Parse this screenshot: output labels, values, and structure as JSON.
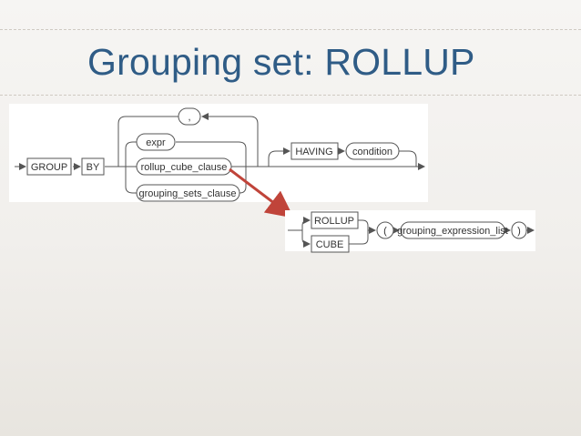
{
  "slide": {
    "title": "Grouping set: ROLLUP"
  },
  "diagram_main": {
    "comma": ",",
    "group_kw": "GROUP",
    "by_kw": "BY",
    "expr": "expr",
    "rollup_cube_clause": "rollup_cube_clause",
    "grouping_sets_clause": "grouping_sets_clause",
    "having_kw": "HAVING",
    "condition": "condition"
  },
  "diagram_sub": {
    "rollup_kw": "ROLLUP",
    "cube_kw": "CUBE",
    "open_paren": "(",
    "grouping_expression_list": "grouping_expression_list",
    "close_paren": ")"
  },
  "colors": {
    "title": "#2f5c86",
    "arrow": "#c0443a",
    "line": "#555555"
  }
}
